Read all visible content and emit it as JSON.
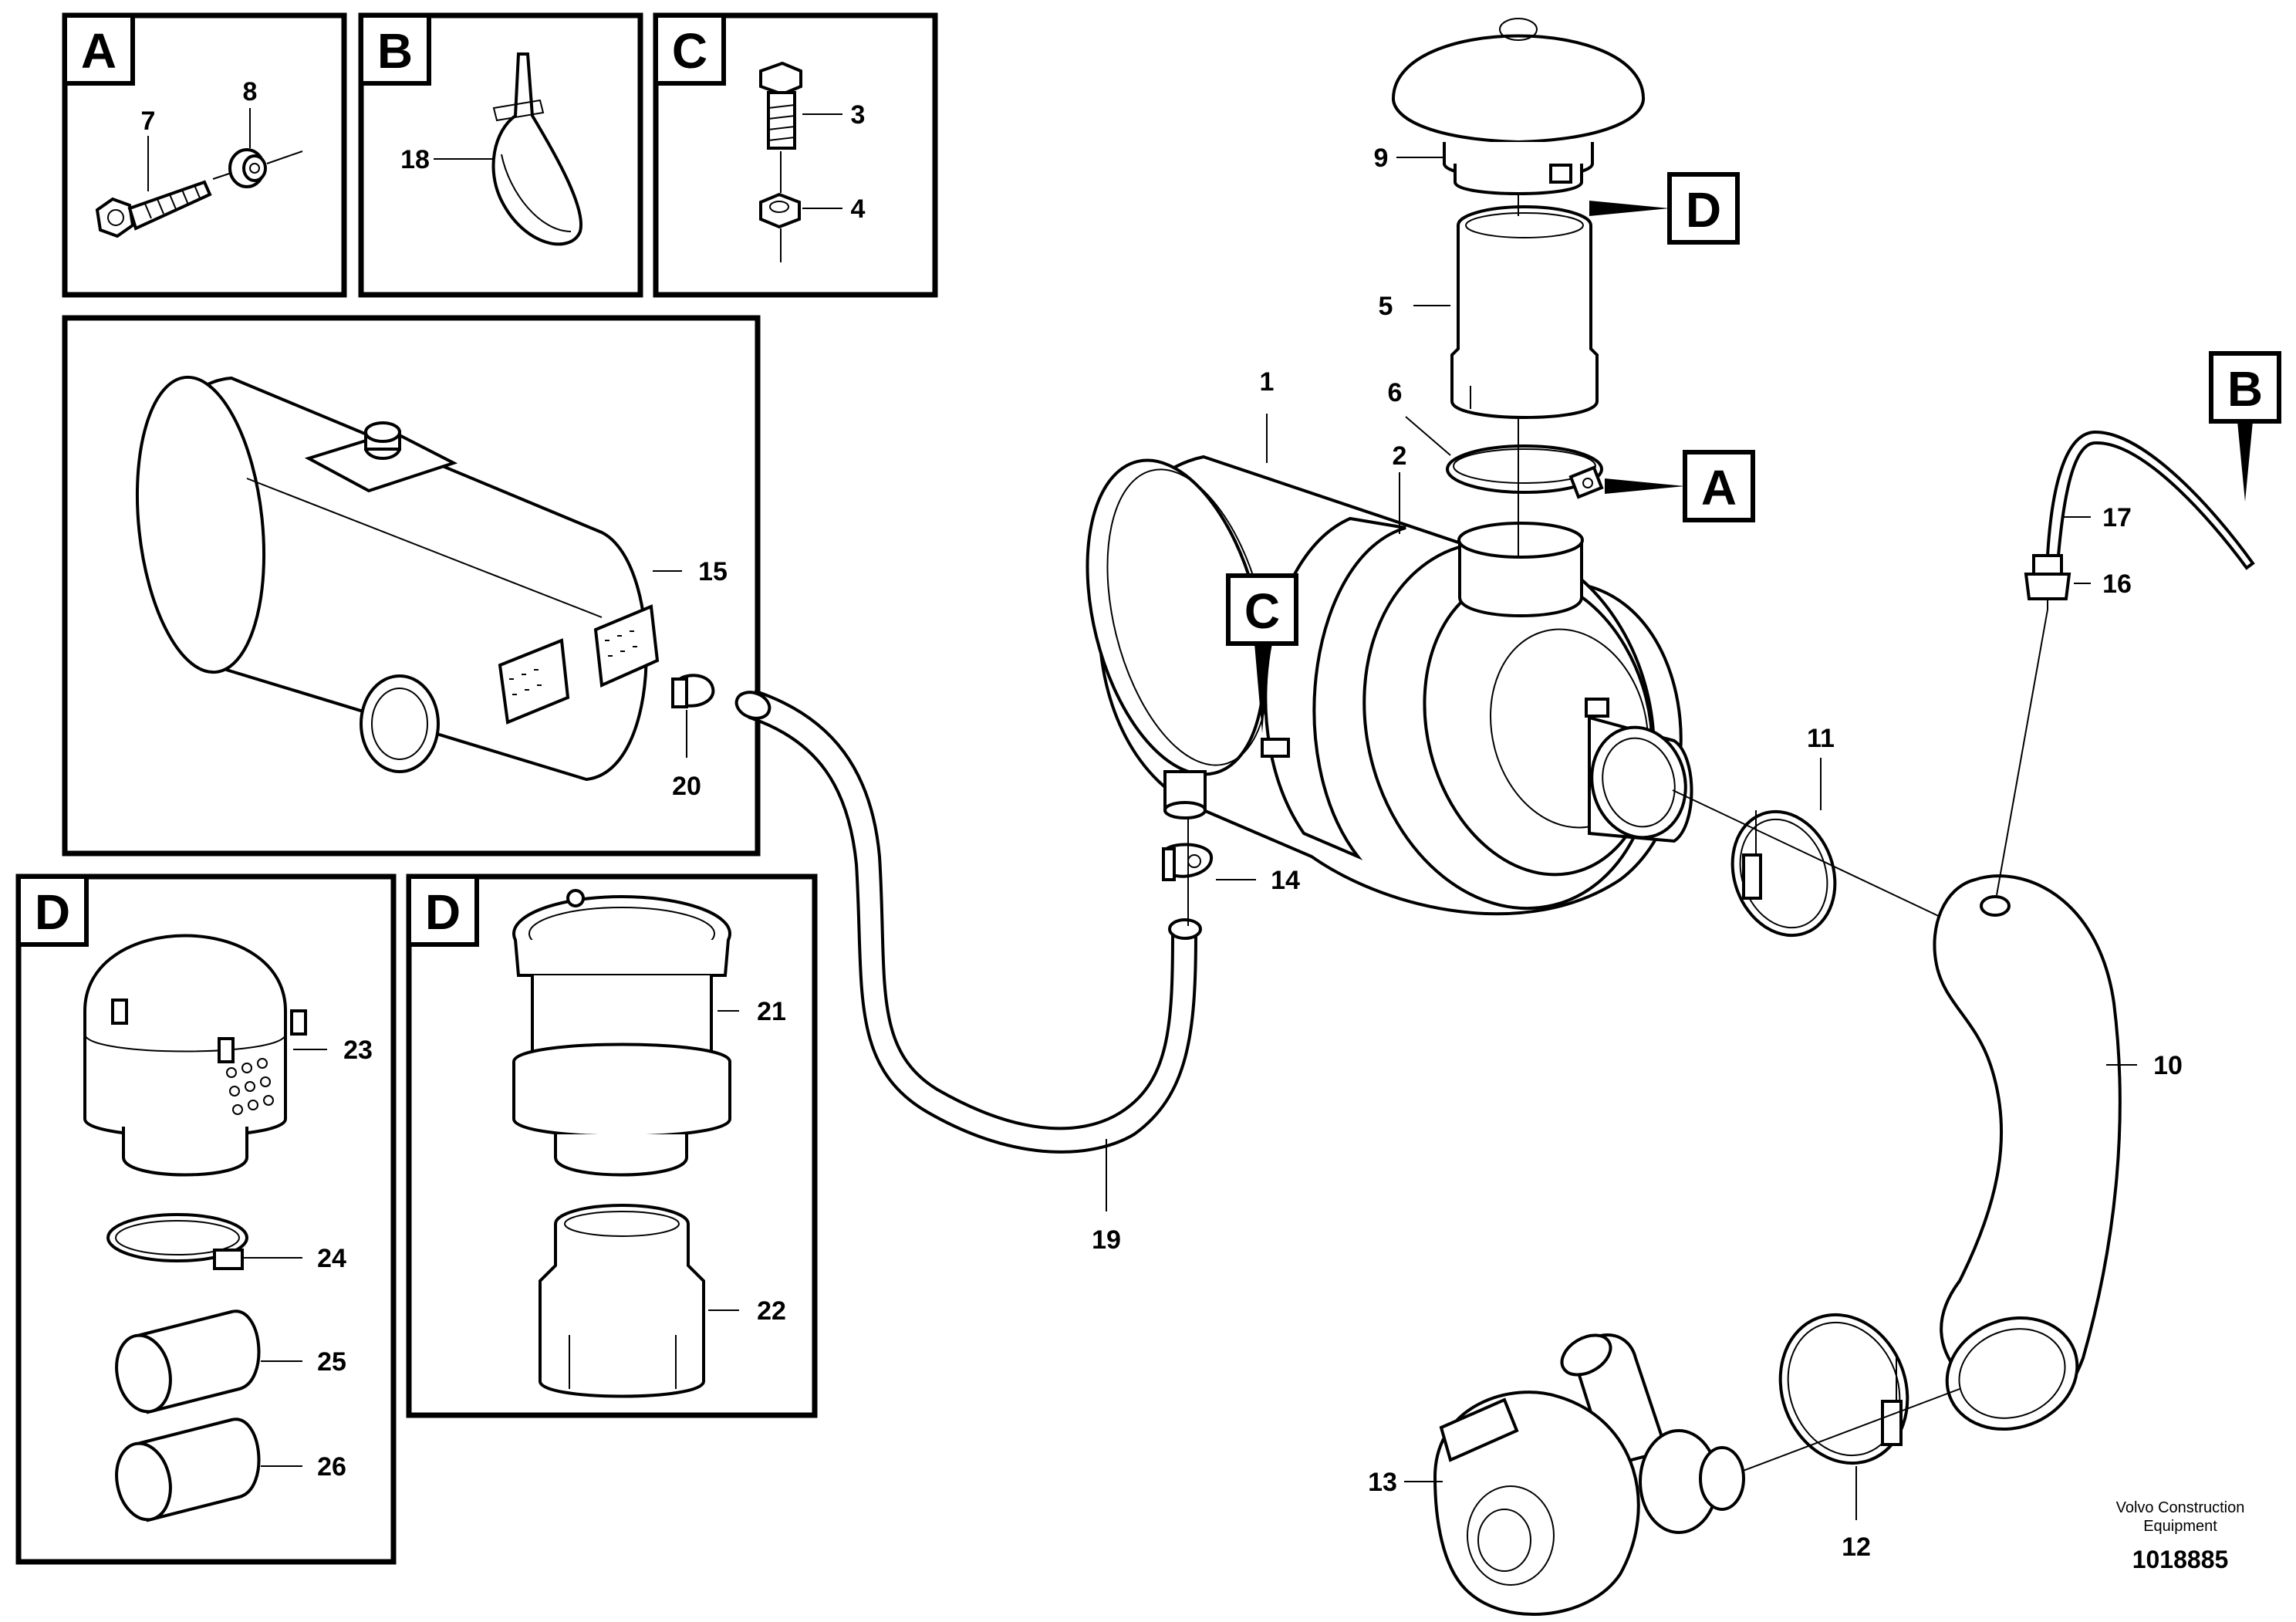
{
  "detail_tags": {
    "a": "A",
    "b": "B",
    "c": "C",
    "d": "D"
  },
  "callouts": {
    "n1": "1",
    "n2": "2",
    "n3": "3",
    "n4": "4",
    "n5": "5",
    "n6": "6",
    "n7": "7",
    "n8": "8",
    "n9": "9",
    "n10": "10",
    "n11": "11",
    "n12": "12",
    "n13": "13",
    "n14": "14",
    "n15": "15",
    "n16": "16",
    "n17": "17",
    "n18": "18",
    "n19": "19",
    "n20": "20",
    "n21": "21",
    "n22": "22",
    "n23": "23",
    "n24": "24",
    "n25": "25",
    "n26": "26"
  },
  "footer": {
    "company_line1": "Volvo Construction",
    "company_line2": "Equipment",
    "document_number": "1018885"
  }
}
